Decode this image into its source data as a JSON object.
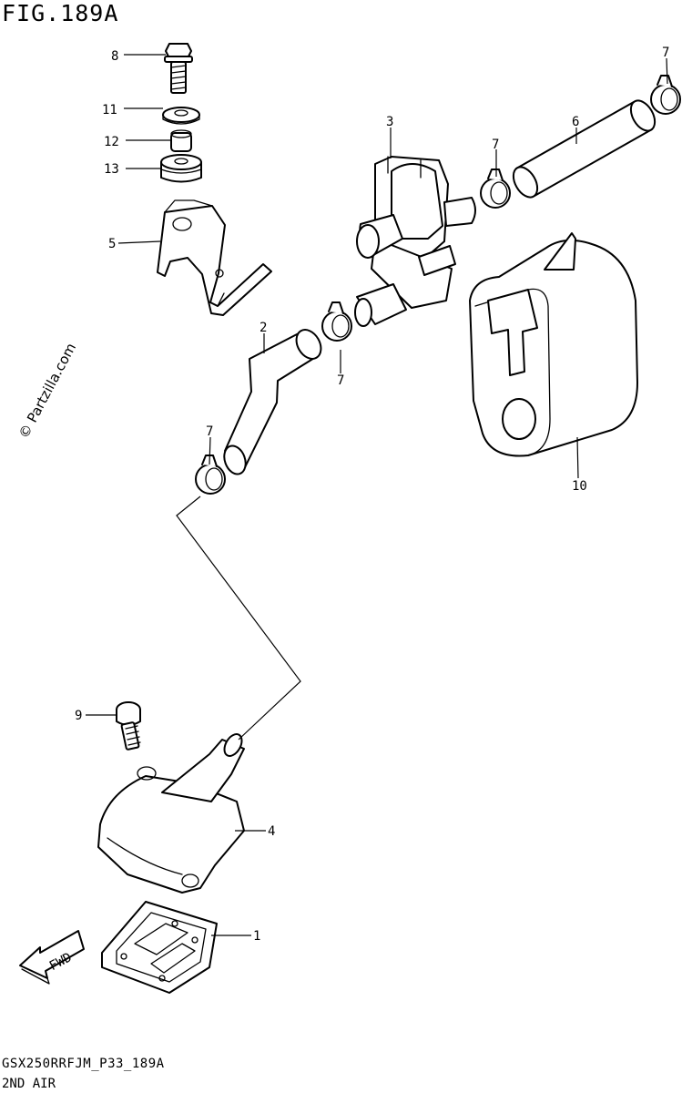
{
  "figure": {
    "title": "FIG.189A",
    "watermark": "© Partzilla.com",
    "model_code": "GSX250RRFJM_P33_189A",
    "section_title": "2ND AIR"
  },
  "fwd_label": "FWD",
  "callouts": {
    "c1": "1",
    "c2": "2",
    "c3": "3",
    "c4": "4",
    "c5": "5",
    "c6": "6",
    "c7a": "7",
    "c7b": "7",
    "c7c": "7",
    "c7d": "7",
    "c8": "8",
    "c9": "9",
    "c10": "10",
    "c11": "11",
    "c12": "12",
    "c13": "13"
  }
}
